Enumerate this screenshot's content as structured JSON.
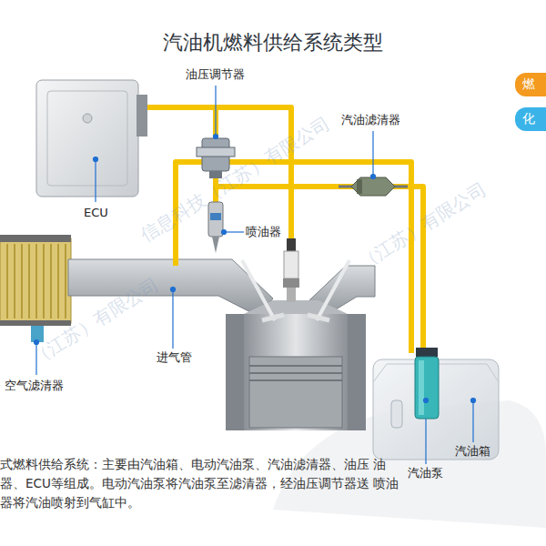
{
  "diagram": {
    "title": "汽油机燃料供给系统类型",
    "caption": "式燃料供给系统：主要由汽油箱、电动汽油泵、汽油滤清器、油压 油器、ECU等组成。电动汽油泵将汽油泵至滤清器，经油压调节器送 喷油器将汽油喷射到气缸中。",
    "nodes": [
      {
        "text": [
          "燃"
        ]
      },
      {
        "text": [
          "化"
        ]
      }
    ],
    "labels": [
      "油压调节器",
      "汽油滤清器",
      "ECU",
      "喷油器",
      "空气滤清器",
      "进气管",
      "汽油泵",
      "汽油箱",
      "信息科技（江苏）有限公司",
      "（江苏）有限公司",
      "（江苏）有限公司"
    ]
  }
}
